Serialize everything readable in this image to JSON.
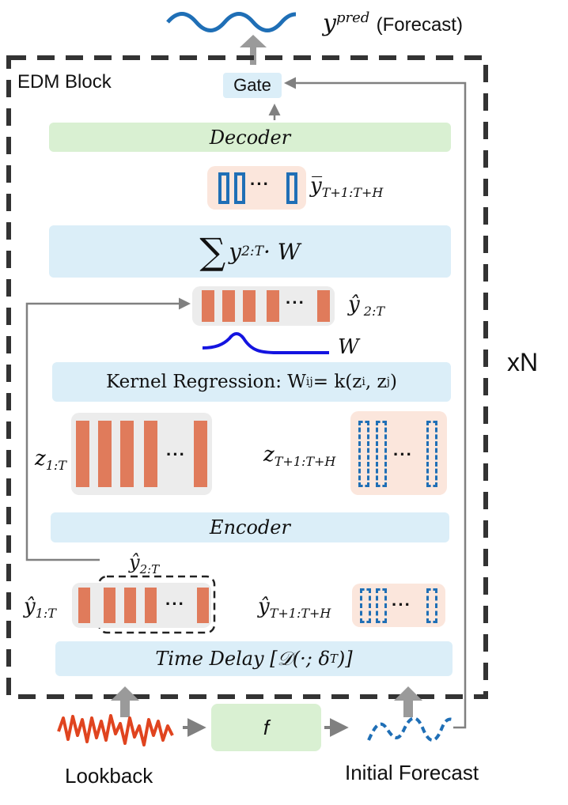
{
  "title_output": {
    "y_symbol": "y",
    "y_superscript": "pred",
    "forecast_label": "(Forecast)"
  },
  "block": {
    "label": "EDM Block",
    "repeat": "xN"
  },
  "gate": {
    "label": "Gate"
  },
  "decoder": {
    "label": "Decoder"
  },
  "ybar": {
    "base": "y̅",
    "sub": "T+1:T+H"
  },
  "sum_formula": {
    "sigma": "∑",
    "y": "y",
    "sub": "2:T",
    "rest": " · W"
  },
  "yhat_2T": {
    "base": "ŷ",
    "sub": " 2:T"
  },
  "kernel_w_label": "W",
  "kernel": {
    "prefix": "Kernel Regression: W",
    "sub_ij": "ij",
    "rest": " = k(z",
    "sub_i": "i",
    "comma": ", z",
    "sub_j": "j",
    "close": ")"
  },
  "z_left": {
    "base": "z",
    "sub": "1:T"
  },
  "z_right": {
    "base": "z",
    "sub": "T+1:T+H"
  },
  "encoder": {
    "label": "Encoder"
  },
  "yhat_2T_box": {
    "base": "ŷ",
    "sub": "2:T"
  },
  "yhat_1T": {
    "base": "ŷ",
    "sub": "1:T"
  },
  "yhat_future": {
    "base": "ŷ",
    "sub": "T+1:T+H"
  },
  "time_delay": {
    "label": "Time Delay [𝒟(·; δ",
    "sub": "T",
    "close": ")]"
  },
  "f_block": {
    "label": "f"
  },
  "lookback": {
    "label": "Lookback"
  },
  "initial_forecast": {
    "label": "Initial Forecast"
  },
  "ellipsis": "···",
  "colors": {
    "orange": "#e07b5b",
    "blue": "#1f6fb6",
    "light_blue": "#dbeef8",
    "light_green": "#d9f0d2",
    "gray": "#7f7f7f",
    "lookback_red": "#e0441f",
    "kernel_curve": "#1414e0"
  }
}
